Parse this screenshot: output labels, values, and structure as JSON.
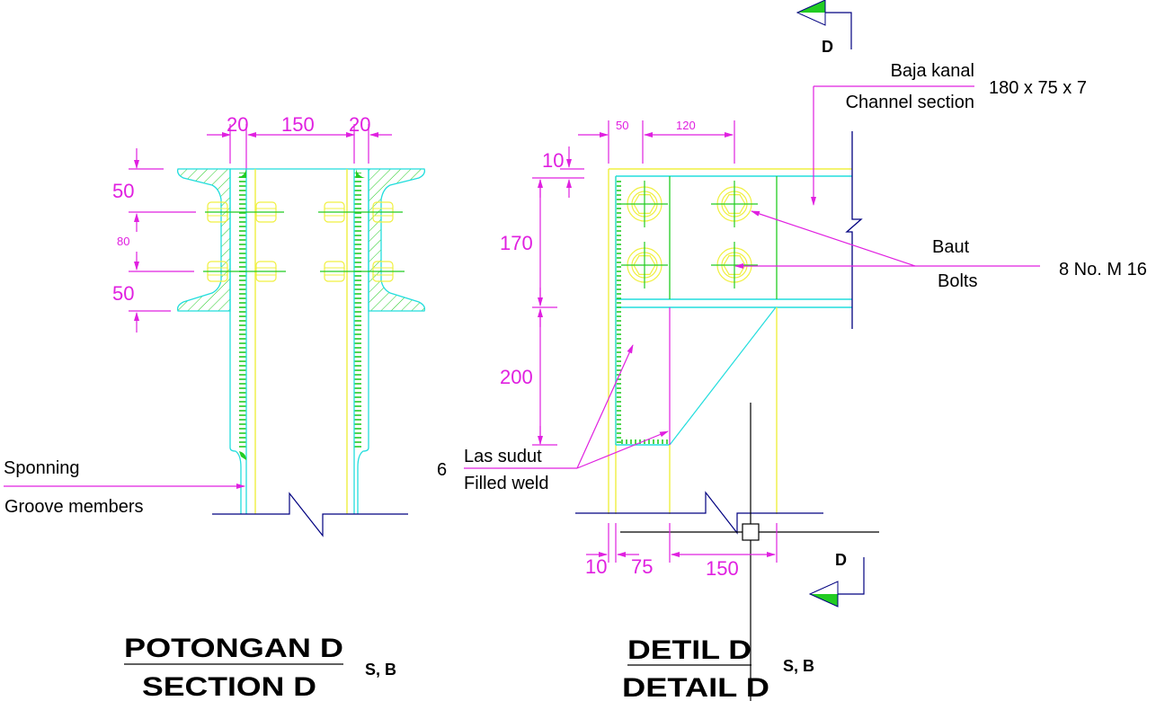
{
  "colors": {
    "dimension": "#e020e0",
    "member_outline": "#22dddd",
    "plate": "#f0f040",
    "weld": "#22cc22",
    "break_line": "#000080",
    "section_marker_fill": "#22cc22",
    "text": "#000000"
  },
  "section_view": {
    "title": "POTONGAN D",
    "subtitle": "SECTION D",
    "scale": "S, B",
    "dims_top": [
      "20",
      "150",
      "20"
    ],
    "dims_left": [
      "50",
      "80",
      "50"
    ],
    "callout": {
      "label_top": "Sponning",
      "label_bottom": "Groove members"
    }
  },
  "detail_view": {
    "title": "DETIL D",
    "subtitle": "DETAIL D",
    "scale": "S, B",
    "dims_top": [
      "50",
      "120"
    ],
    "dim_top_small": "10",
    "dims_left": [
      "170",
      "200"
    ],
    "dims_bottom": [
      "10",
      "75",
      "150"
    ],
    "channel_callout": {
      "label_top": "Baja kanal",
      "label_bottom": "Channel section",
      "value": "180 x 75 x 7"
    },
    "bolts_callout": {
      "label_top": "Baut",
      "label_bottom": "Bolts",
      "value": "8 No. M 16"
    },
    "weld_callout": {
      "size": "6",
      "label_top": "Las sudut",
      "label_bottom": "Filled weld"
    }
  },
  "section_markers": [
    {
      "label": "D",
      "position": "top"
    },
    {
      "label": "D",
      "position": "bottom"
    }
  ]
}
